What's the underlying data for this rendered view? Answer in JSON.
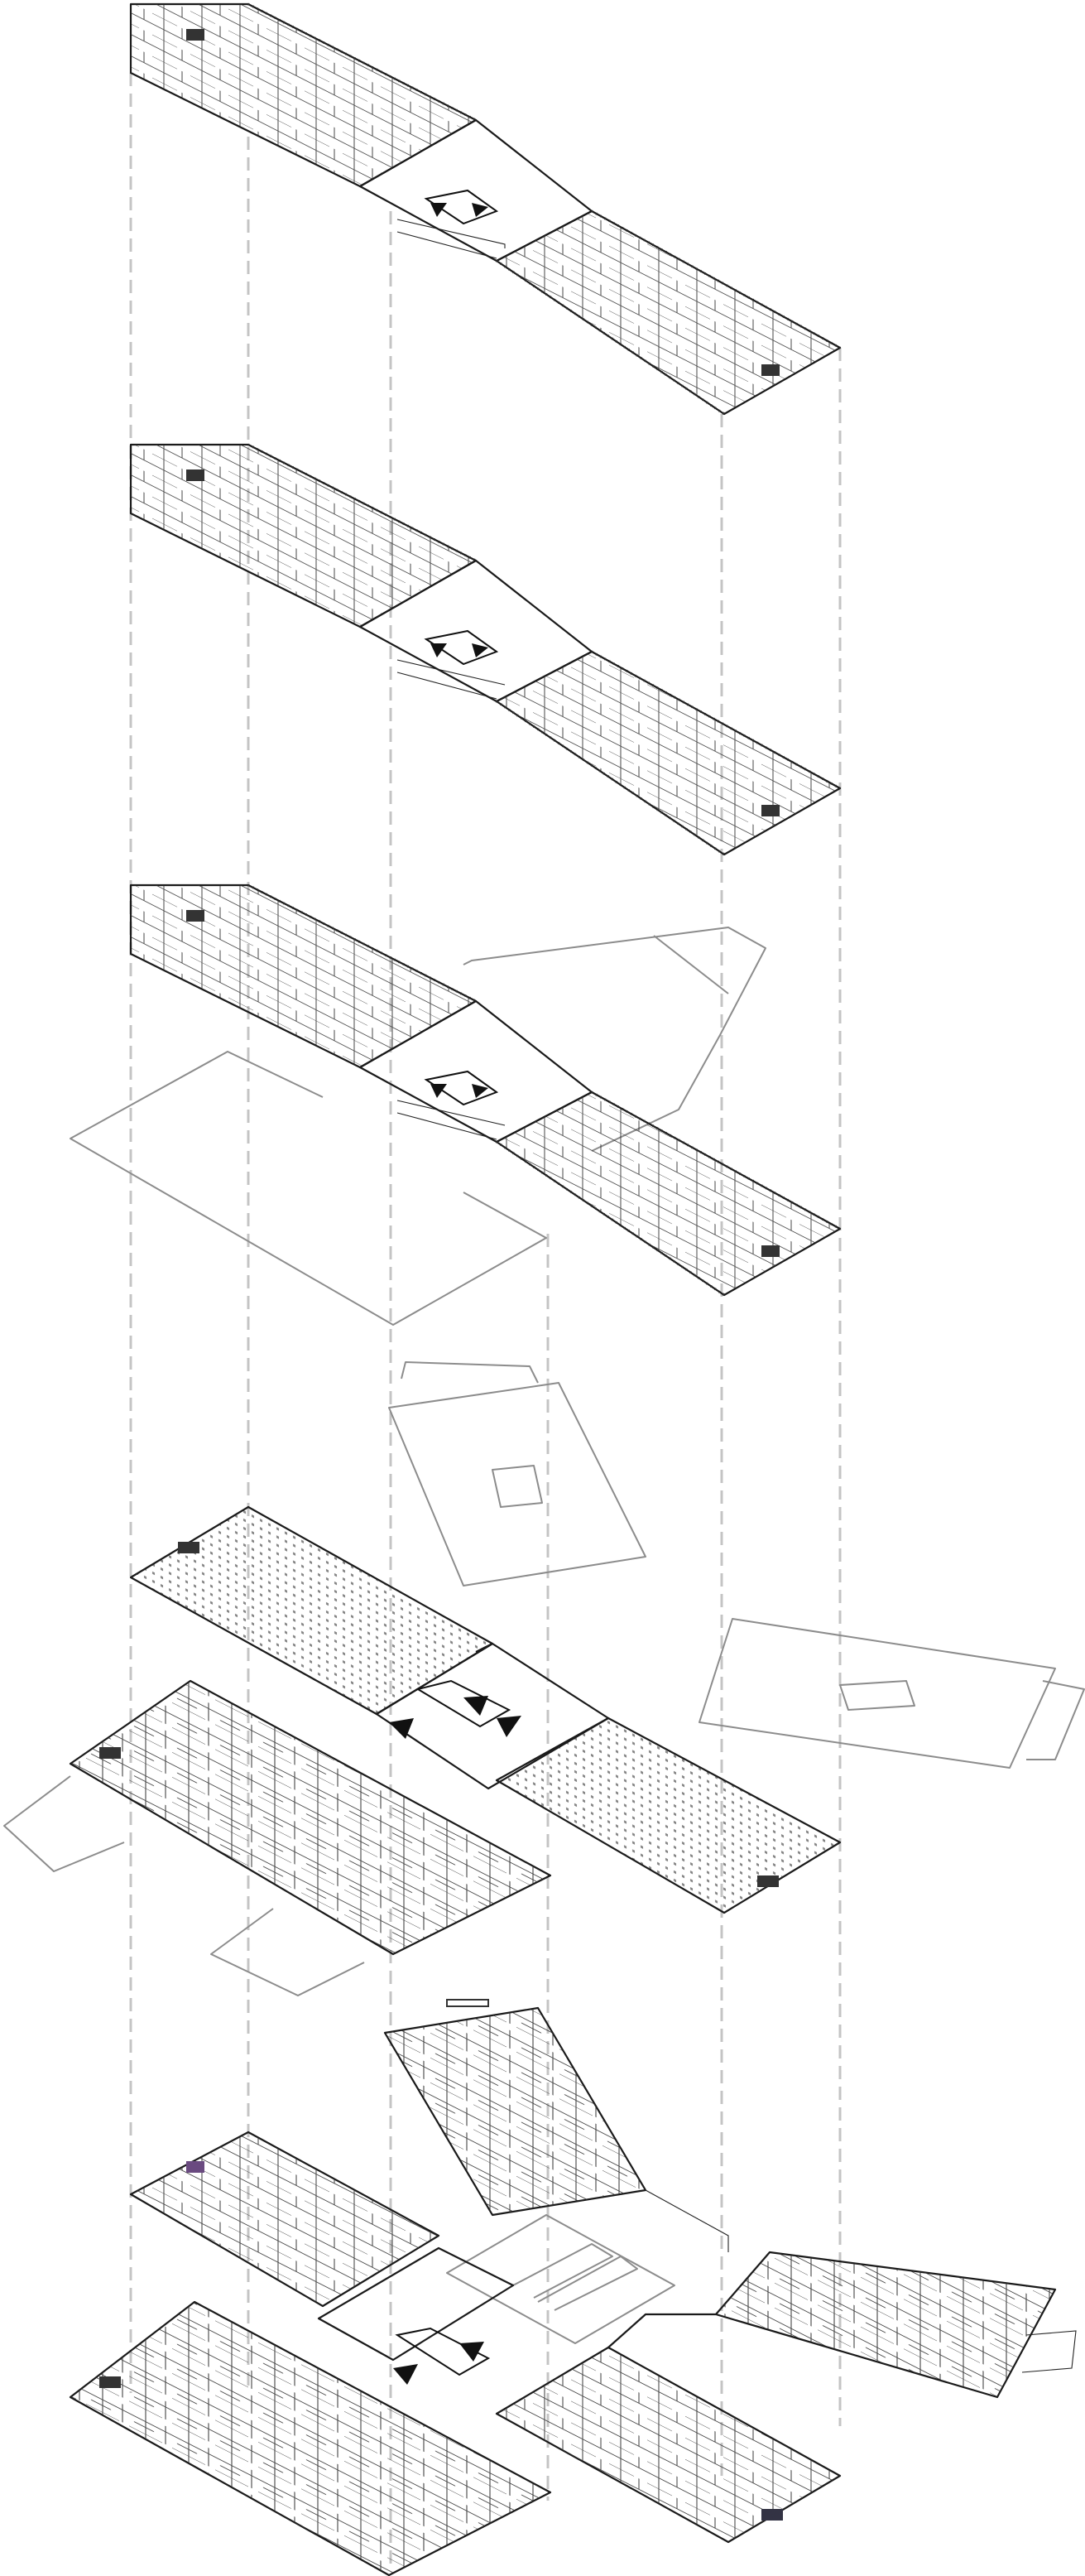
{
  "colors": {
    "upper_floors": "#d6f7fa",
    "ground_floor": "#fde6d0",
    "basement_a": "#eed7f8",
    "basement_b": "#fbd9d9",
    "basement_c": "#dbe5fb",
    "basement_d": "#d8f6d4",
    "basement_e": "#faf3c7",
    "neutral": "#ffffff",
    "line": "#1a1a1a",
    "ghost_line": "#8c8c8c",
    "guide_line": "#c4c4c4"
  },
  "icons": {
    "core": "stair-core-icon",
    "stairs": "stairs-icon",
    "columns": "column-grid-icon",
    "rooms": "room-partition-icon"
  },
  "levels": [
    {
      "id": "level-top",
      "wings": "upper_floors",
      "core": true
    },
    {
      "id": "level-upper",
      "wings": "upper_floors",
      "core": true
    },
    {
      "id": "level-first",
      "wings": "upper_floors",
      "core": true,
      "outline": true
    },
    {
      "id": "level-roof-outline",
      "outline": true
    },
    {
      "id": "level-ground",
      "wings": "ground_floor",
      "core": true
    },
    {
      "id": "level-basement",
      "wings": "basement",
      "core": true
    }
  ]
}
